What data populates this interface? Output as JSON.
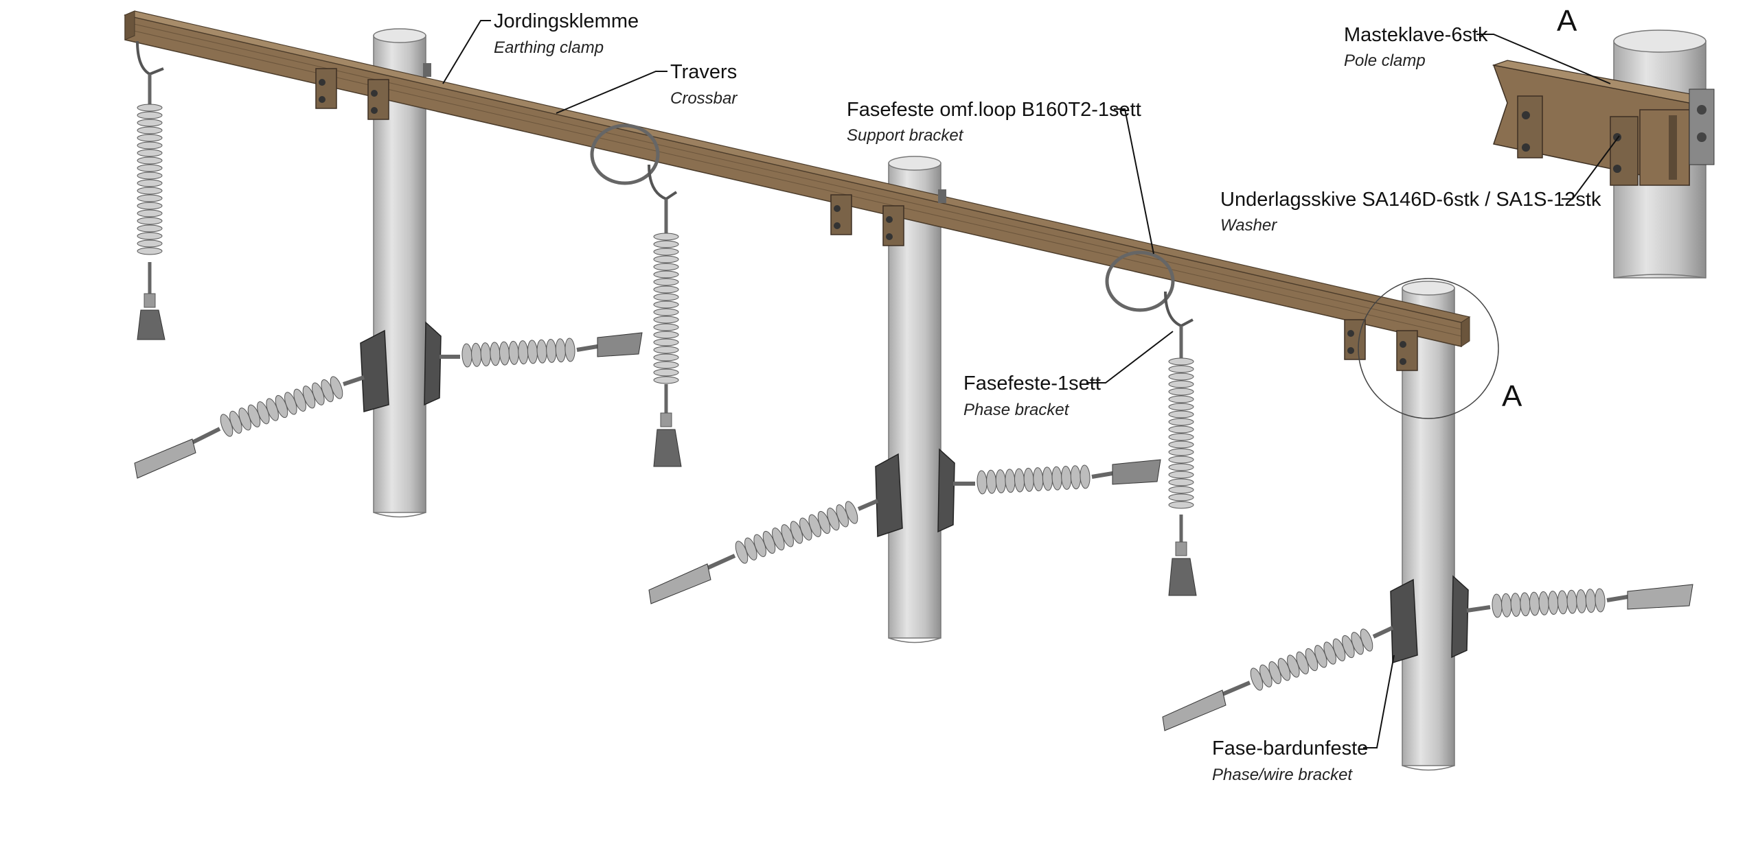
{
  "labels": {
    "earthing_clamp": {
      "main": "Jordingsklemme",
      "sub": "Earthing clamp"
    },
    "crossbar": {
      "main": "Travers",
      "sub": "Crossbar"
    },
    "support_bracket": {
      "main": "Fasefeste omf.loop B160T2-1sett",
      "sub": "Support bracket"
    },
    "phase_bracket": {
      "main": "Fasefeste-1sett",
      "sub": "Phase bracket"
    },
    "phase_wire_bracket": {
      "main": "Fase-bardunfeste",
      "sub": "Phase/wire bracket"
    },
    "pole_clamp": {
      "main": "Masteklave-6stk",
      "sub": "Pole clamp"
    },
    "washer": {
      "main": "Underlagsskive SA146D-6stk / SA1S-12stk",
      "sub": "Washer"
    }
  },
  "detail": {
    "marker": "A",
    "inset_title": "A"
  },
  "colors": {
    "wood": "#8f7556",
    "wood_dark": "#6b553c",
    "pole": "#c9c9c9",
    "pole_shade": "#9a9a9a",
    "insulator": "#b5b5b5",
    "bracket": "#5c5c5c"
  }
}
